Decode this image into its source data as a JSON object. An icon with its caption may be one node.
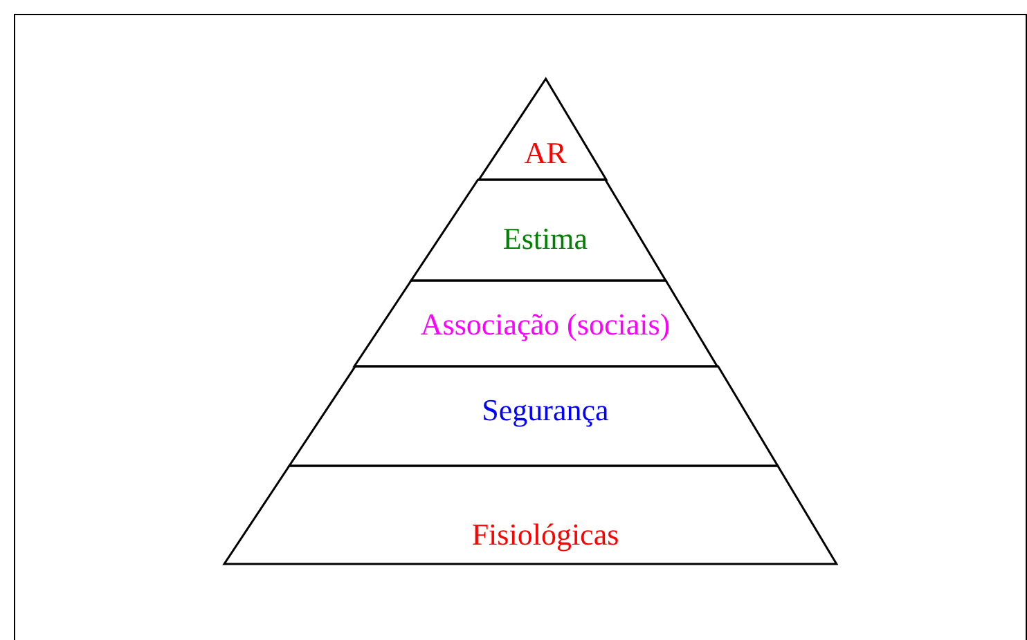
{
  "diagram": {
    "nodes": [
      {
        "text": [
          "AR"
        ]
      },
      {
        "text": [
          "Estima"
        ]
      },
      {
        "text": [
          "Associação (sociais)"
        ]
      },
      {
        "text": [
          "Segurança"
        ]
      },
      {
        "text": [
          "Fisiológicas"
        ]
      }
    ]
  }
}
